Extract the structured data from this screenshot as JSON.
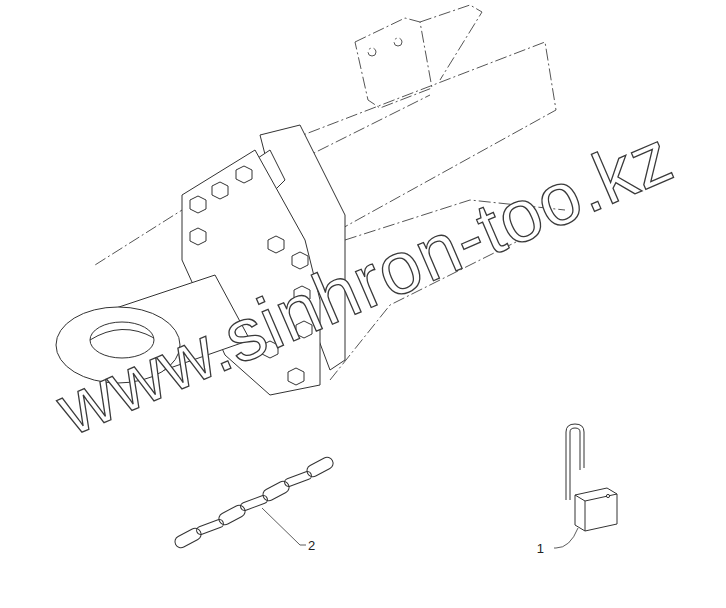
{
  "diagram": {
    "labels": [
      "www.sinhron-too.kz",
      "2",
      "1"
    ]
  }
}
